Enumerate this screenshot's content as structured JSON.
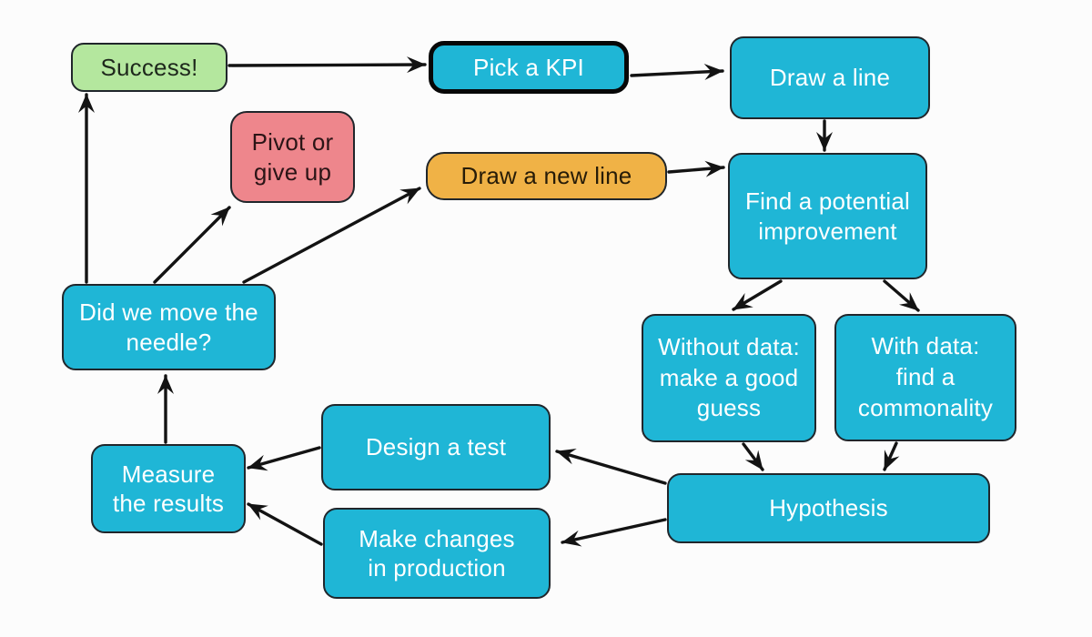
{
  "diagram": {
    "type": "flowchart",
    "background": "#fcfcfc",
    "colors": {
      "process_fill": "#1fb6d6",
      "success_fill": "#b4e79e",
      "stop_fill": "#ee868c",
      "redo_fill": "#f0b246",
      "border": "#20262b",
      "arrow": "#131313",
      "text_on_process": "#ffffff",
      "text_on_accent": "#1e1e1e"
    },
    "nodes": [
      {
        "id": "success",
        "label": "Success!",
        "color": "green"
      },
      {
        "id": "pick-kpi",
        "label": "Pick a KPI",
        "color": "cyan"
      },
      {
        "id": "draw-line",
        "label": "Draw a line",
        "color": "cyan"
      },
      {
        "id": "pivot",
        "label": "Pivot or\ngive up",
        "color": "red"
      },
      {
        "id": "draw-new-line",
        "label": "Draw a new line",
        "color": "orange"
      },
      {
        "id": "find-potential",
        "label": "Find a potential\nimprovement",
        "color": "cyan"
      },
      {
        "id": "did-we-move",
        "label": "Did we move the\nneedle?",
        "color": "cyan"
      },
      {
        "id": "without-data",
        "label": "Without data:\nmake a good\nguess",
        "color": "cyan"
      },
      {
        "id": "with-data",
        "label": "With data:\nfind a\ncommonality",
        "color": "cyan"
      },
      {
        "id": "design-test",
        "label": "Design a test",
        "color": "cyan"
      },
      {
        "id": "measure",
        "label": "Measure\nthe results",
        "color": "cyan"
      },
      {
        "id": "make-changes",
        "label": "Make changes\nin production",
        "color": "cyan"
      },
      {
        "id": "hypothesis",
        "label": "Hypothesis",
        "color": "cyan"
      }
    ],
    "edges": [
      {
        "from": "success",
        "to": "pick-kpi"
      },
      {
        "from": "pick-kpi",
        "to": "draw-line"
      },
      {
        "from": "draw-line",
        "to": "find-potential"
      },
      {
        "from": "draw-new-line",
        "to": "find-potential"
      },
      {
        "from": "find-potential",
        "to": "without-data"
      },
      {
        "from": "find-potential",
        "to": "with-data"
      },
      {
        "from": "without-data",
        "to": "hypothesis"
      },
      {
        "from": "with-data",
        "to": "hypothesis"
      },
      {
        "from": "hypothesis",
        "to": "design-test"
      },
      {
        "from": "hypothesis",
        "to": "make-changes"
      },
      {
        "from": "design-test",
        "to": "measure"
      },
      {
        "from": "make-changes",
        "to": "measure"
      },
      {
        "from": "measure",
        "to": "did-we-move"
      },
      {
        "from": "did-we-move",
        "to": "success"
      },
      {
        "from": "did-we-move",
        "to": "pivot"
      },
      {
        "from": "did-we-move",
        "to": "draw-new-line"
      }
    ]
  }
}
